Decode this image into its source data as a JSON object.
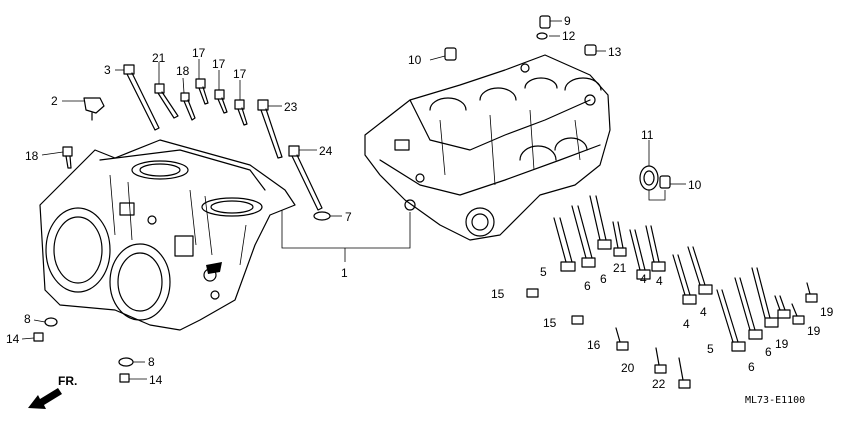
{
  "callouts": {
    "c1": "1",
    "c2": "2",
    "c3": "3",
    "c4a": "4",
    "c4b": "4",
    "c4c": "4",
    "c4d": "4",
    "c5a": "5",
    "c5b": "5",
    "c6a": "6",
    "c6b": "6",
    "c6c": "6",
    "c6d": "6",
    "c7": "7",
    "c8a": "8",
    "c8b": "8",
    "c9": "9",
    "c10a": "10",
    "c10b": "10",
    "c11": "11",
    "c12": "12",
    "c13": "13",
    "c14a": "14",
    "c14b": "14",
    "c15a": "15",
    "c15b": "15",
    "c16": "16",
    "c17a": "17",
    "c17b": "17",
    "c17c": "17",
    "c18a": "18",
    "c18b": "18",
    "c19a": "19",
    "c19b": "19",
    "c19c": "19",
    "c20": "20",
    "c21a": "21",
    "c21b": "21",
    "c22": "22",
    "c23": "23",
    "c24": "24"
  },
  "direction_label": "FR.",
  "diagram_code": "ML73-E1100"
}
